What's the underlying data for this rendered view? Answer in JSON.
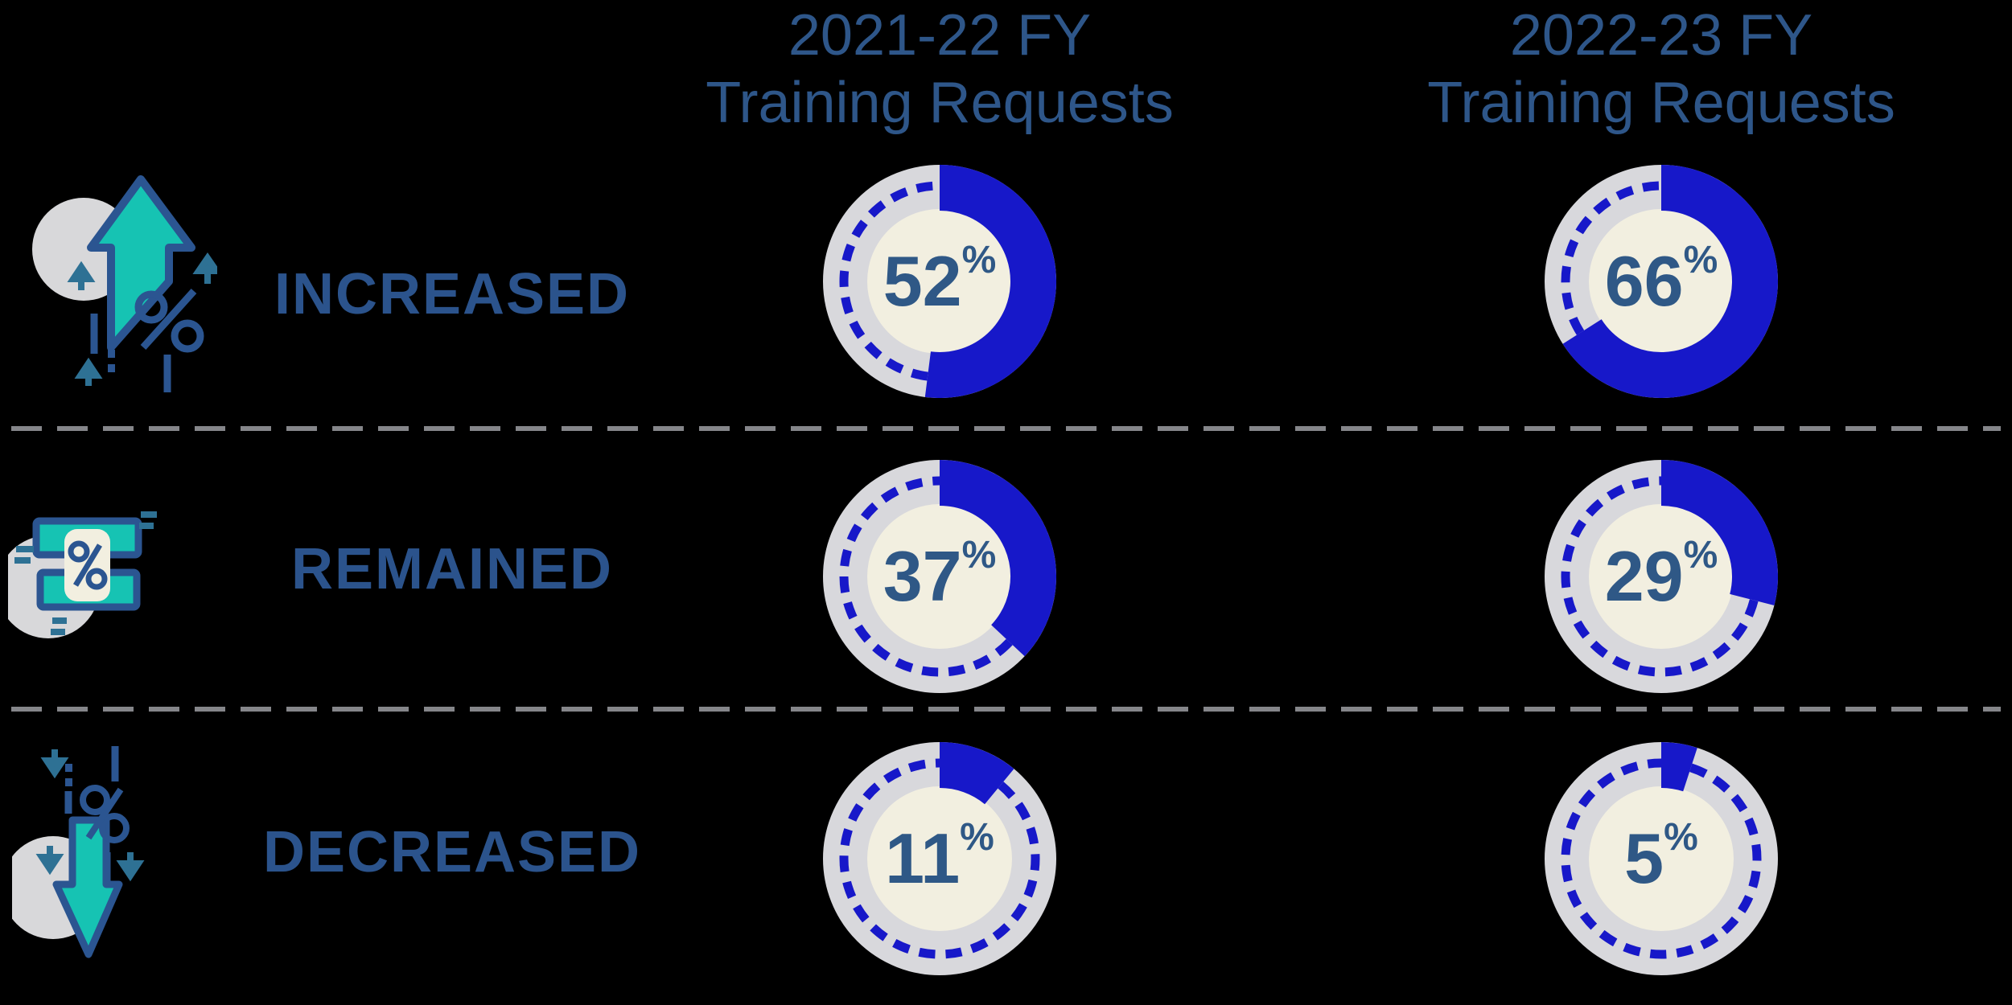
{
  "columns": [
    {
      "title_line1": "2021-22 FY",
      "title_line2": "Training Requests"
    },
    {
      "title_line1": "2022-23 FY",
      "title_line2": "Training Requests"
    }
  ],
  "rows": [
    {
      "label": "INCREASED",
      "icon": "percent-up-arrow-icon",
      "values": [
        52,
        66
      ]
    },
    {
      "label": "REMAINED",
      "icon": "percent-equal-bars-icon",
      "values": [
        37,
        29
      ]
    },
    {
      "label": "DECREASED",
      "icon": "percent-down-arrow-icon",
      "values": [
        11,
        5
      ]
    }
  ],
  "percent_sign": "%",
  "colors": {
    "background": "#000000",
    "fill_blue": "#1718C9",
    "dash_blue": "#1718C9",
    "track_gray": "#D8D8DC",
    "center_cream": "#F2EFE0",
    "text_steel": "#2E5689",
    "number_steel": "#2F5886",
    "separator_gray": "#85868A",
    "icon_teal": "#16C3B3",
    "icon_navy": "#2B5591",
    "icon_steel": "#2E7194",
    "icon_gray": "#D8D8DA"
  },
  "chart_data": {
    "type": "pie",
    "subtype": "donut-grid",
    "title": "Training Requests by Fiscal Year",
    "categories": [
      "INCREASED",
      "REMAINED",
      "DECREASED"
    ],
    "series": [
      {
        "name": "2021-22 FY Training Requests",
        "values": [
          52,
          37,
          11
        ]
      },
      {
        "name": "2022-23 FY Training Requests",
        "values": [
          66,
          29,
          5
        ]
      }
    ],
    "unit": "%",
    "fill_start_angle_deg": 0,
    "fill_direction": "clockwise",
    "remainder_shown_as": "light gray track with dashed blue arc over unfilled portion",
    "legend_position": "none",
    "grid": false
  }
}
